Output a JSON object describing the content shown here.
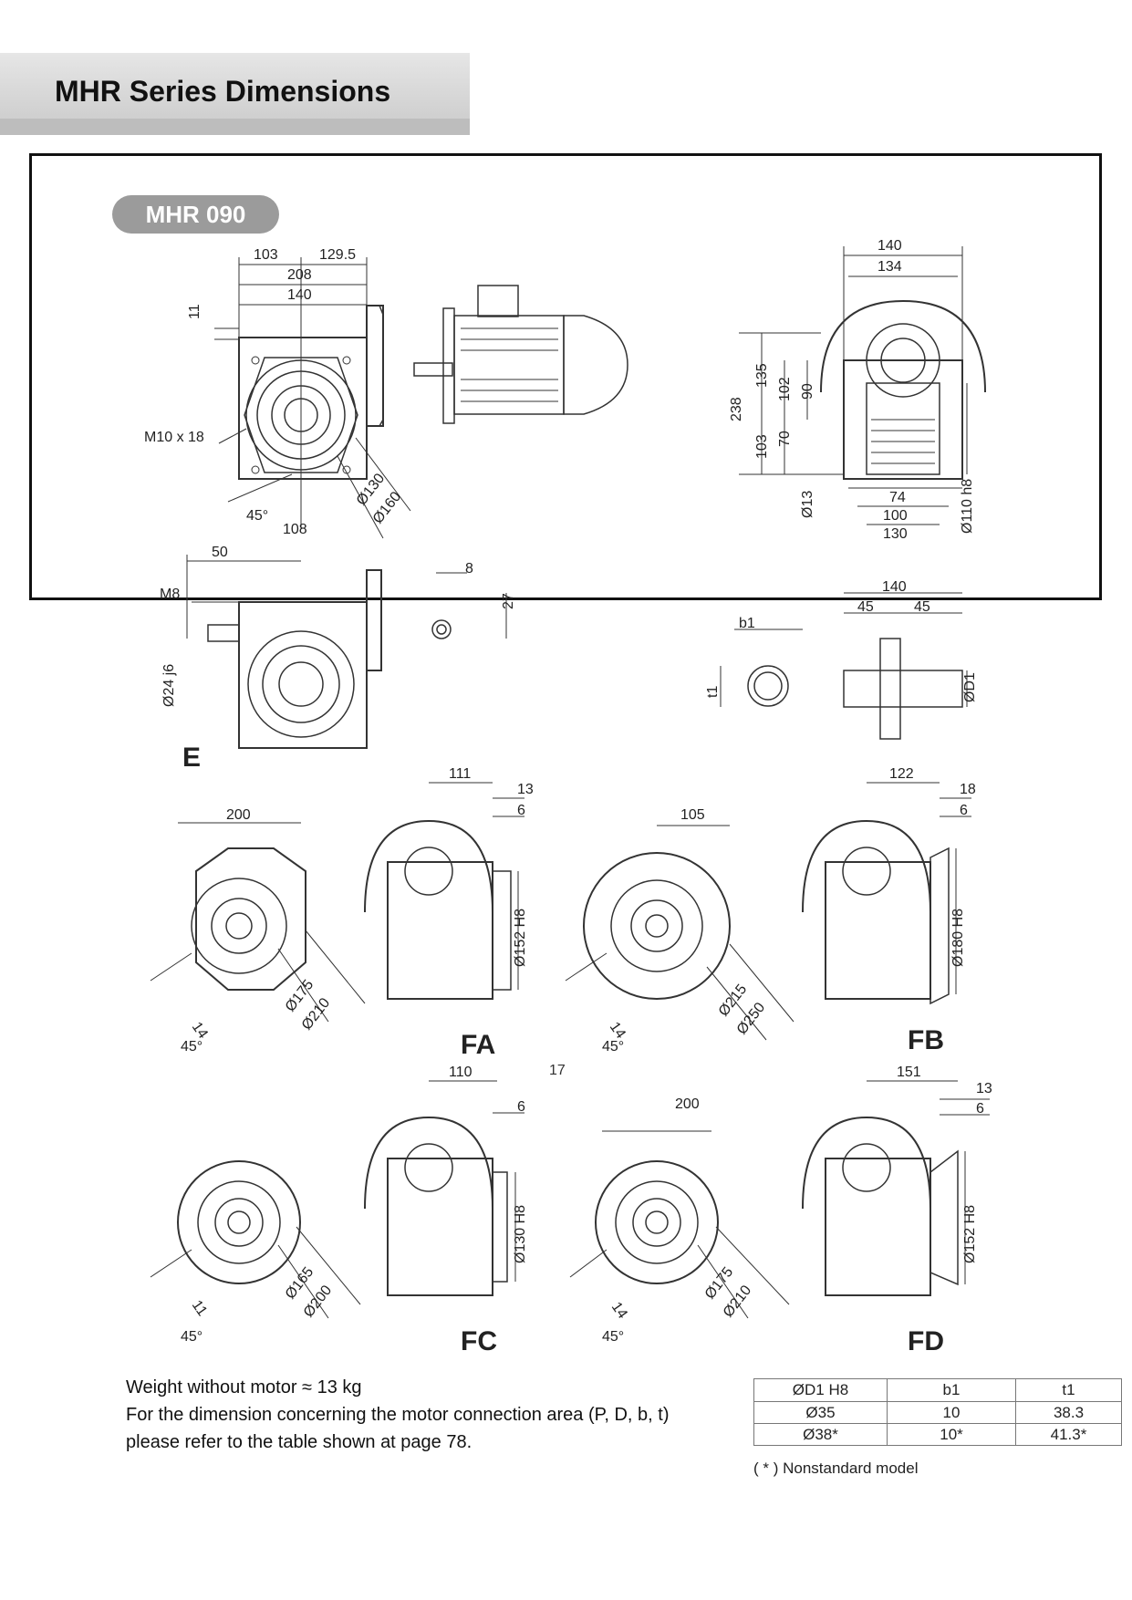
{
  "header": {
    "title": "MHR Series Dimensions"
  },
  "model": {
    "label": "MHR 090"
  },
  "side_view": {
    "dims": [
      "103",
      "129.5",
      "208",
      "140",
      "11",
      "M10 x 18",
      "45°",
      "108",
      "Ø130",
      "Ø160"
    ]
  },
  "front_view": {
    "dims": [
      "140",
      "134",
      "238",
      "135",
      "102",
      "90",
      "103",
      "70",
      "Ø13",
      "74",
      "100",
      "130",
      "Ø110 h8"
    ]
  },
  "variant_e": {
    "label": "E",
    "dims": [
      "50",
      "M8",
      "Ø24 j6",
      "8",
      "27"
    ]
  },
  "hollow_shaft": {
    "dims": [
      "b1",
      "t1",
      "140",
      "45",
      "45",
      "ØD1"
    ]
  },
  "variant_fa": {
    "label": "FA",
    "dims": [
      "200",
      "111",
      "13",
      "6",
      "Ø152 H8",
      "14",
      "45°",
      "Ø175",
      "Ø210"
    ]
  },
  "variant_fb": {
    "label": "FB",
    "dims": [
      "105",
      "122",
      "18",
      "6",
      "Ø180 H8",
      "14",
      "45°",
      "Ø215",
      "Ø250"
    ]
  },
  "variant_fc": {
    "label": "FC",
    "dims": [
      "110",
      "6",
      "Ø130 H8",
      "11",
      "45°",
      "Ø165",
      "Ø200"
    ]
  },
  "variant_fd": {
    "label": "FD",
    "dims": [
      "200",
      "151",
      "13",
      "6",
      "Ø152 H8",
      "14",
      "45°",
      "Ø175",
      "Ø210"
    ]
  },
  "page_number": "17",
  "notes": {
    "weight": "Weight without motor ≈ 13 kg",
    "line2": "For the dimension concerning the motor connection area (P, D, b, t)",
    "line3": "please refer to the table shown at page 78."
  },
  "table": {
    "headers": [
      "ØD1 H8",
      "b1",
      "t1"
    ],
    "rows": [
      [
        "Ø35",
        "10",
        "38.3"
      ],
      [
        "Ø38*",
        "10*",
        "41.3*"
      ]
    ]
  },
  "footnote": "( * ) Nonstandard model"
}
